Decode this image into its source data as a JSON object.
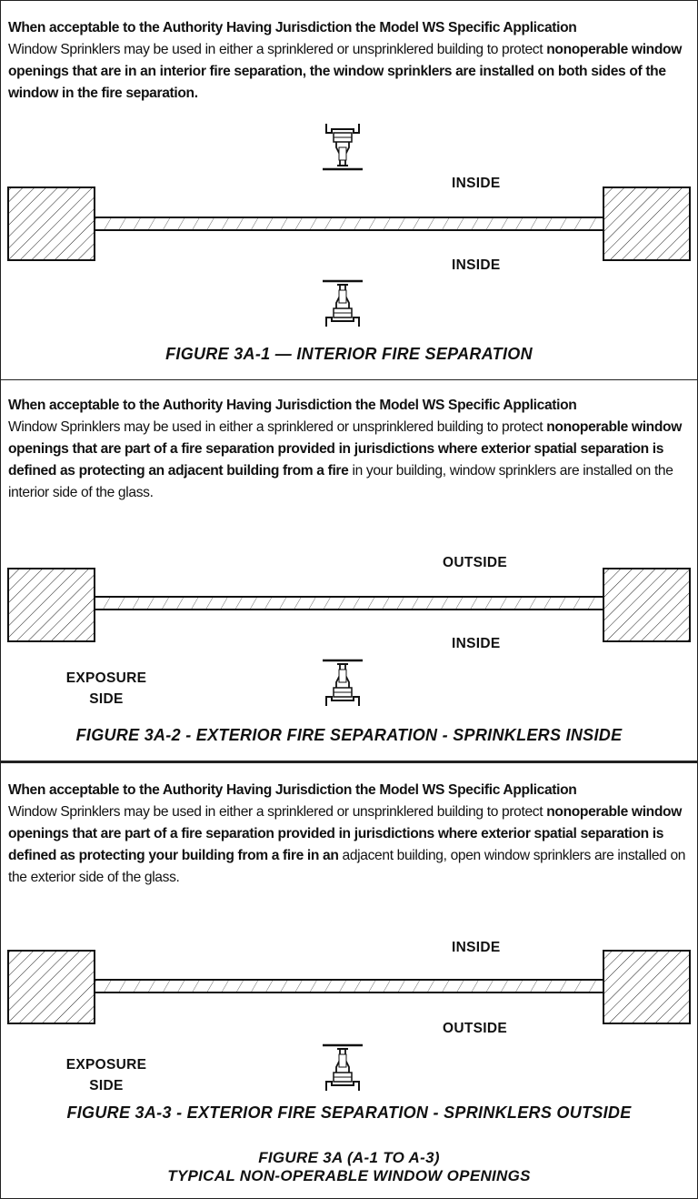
{
  "figure1": {
    "desc_bold_1": "When acceptable to the Authority Having Jurisdiction the Model WS Specific Application",
    "desc_plain_1": "Window Sprinklers may be used in either a sprinklered or unsprinklered building to protect",
    "desc_bold_2": "nonoperable window openings that are in an interior fire separation, the window sprinklers are installed on both sides of the window in the fire separation.",
    "label_top": "INSIDE",
    "label_bottom": "INSIDE",
    "caption": "FIGURE 3A-1 — INTERIOR FIRE SEPARATION"
  },
  "figure2": {
    "desc_bold_1": "When acceptable to the Authority Having Jurisdiction the Model WS Specific Application",
    "desc_plain_1": "Window Sprinklers may be used in either a sprinklered or unsprinklered building to protect",
    "desc_bold_2": "nonoperable window openings that are part of a fire separation provided in jurisdictions where exterior spatial separation is defined as protecting an adjacent building from a fire",
    "desc_plain_2": "in your building, window sprinklers are installed on the interior side of the glass.",
    "label_top": "OUTSIDE",
    "label_bottom": "INSIDE",
    "exposure_line1": "EXPOSURE",
    "exposure_line2": "SIDE",
    "caption": "FIGURE 3A-2 - EXTERIOR FIRE SEPARATION - SPRINKLERS INSIDE"
  },
  "figure3": {
    "desc_bold_1": "When acceptable to the Authority Having Jurisdiction the Model WS Specific Application",
    "desc_plain_1": "Window Sprinklers may be used in either a sprinklered or unsprinklered building to protect",
    "desc_bold_2": "nonoperable window openings that are part of a fire separation provided in jurisdictions where exterior spatial separation is defined as protecting your building from a fire in an",
    "desc_plain_2": "adjacent building, open window sprinklers are installed on the exterior side of the glass.",
    "label_top": "INSIDE",
    "label_bottom": "OUTSIDE",
    "exposure_line1": "EXPOSURE",
    "exposure_line2": "SIDE",
    "caption": "FIGURE 3A-3 - EXTERIOR FIRE SEPARATION - SPRINKLERS OUTSIDE"
  },
  "footer": {
    "line1": "FIGURE 3A (A-1 TO A-3)",
    "line2": "TYPICAL NON-OPERABLE WINDOW OPENINGS"
  }
}
